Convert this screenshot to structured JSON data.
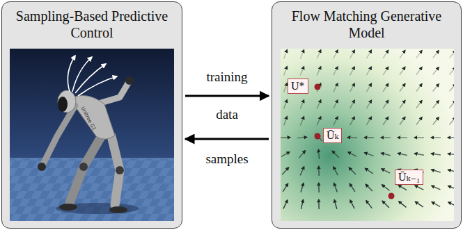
{
  "diagram": {
    "nodes": [
      {
        "text": [
          "Sampling-Based Predictive Control"
        ]
      },
      {
        "text": [
          "Flow Matching Generative Model"
        ]
      }
    ],
    "edges": [
      {
        "from": 0,
        "to": 1,
        "label": "training data",
        "arrow": "to"
      },
      {
        "from": 1,
        "to": 0,
        "label": "samples",
        "arrow": "to"
      }
    ],
    "labels": [
      "U*",
      "Ūₖ",
      "Ūₖ₋₁",
      "Unitree G1"
    ]
  }
}
